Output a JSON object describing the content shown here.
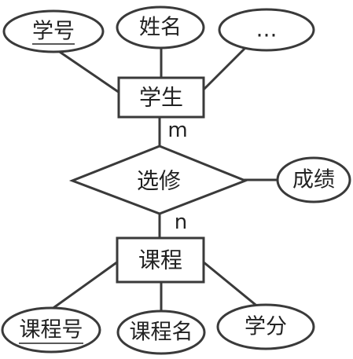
{
  "diagram": {
    "entities": {
      "student": {
        "label": "学生"
      },
      "course": {
        "label": "课程"
      }
    },
    "relationship": {
      "label": "选修"
    },
    "student_attributes": [
      {
        "label": "学号",
        "primary_key": true
      },
      {
        "label": "姓名",
        "primary_key": false
      },
      {
        "label": "…",
        "primary_key": false
      }
    ],
    "relationship_attributes": [
      {
        "label": "成绩",
        "primary_key": false
      }
    ],
    "course_attributes": [
      {
        "label": "课程号",
        "primary_key": true
      },
      {
        "label": "课程名",
        "primary_key": false
      },
      {
        "label": "学分",
        "primary_key": false
      }
    ],
    "cardinality": {
      "student_side": "m",
      "course_side": "n"
    }
  }
}
